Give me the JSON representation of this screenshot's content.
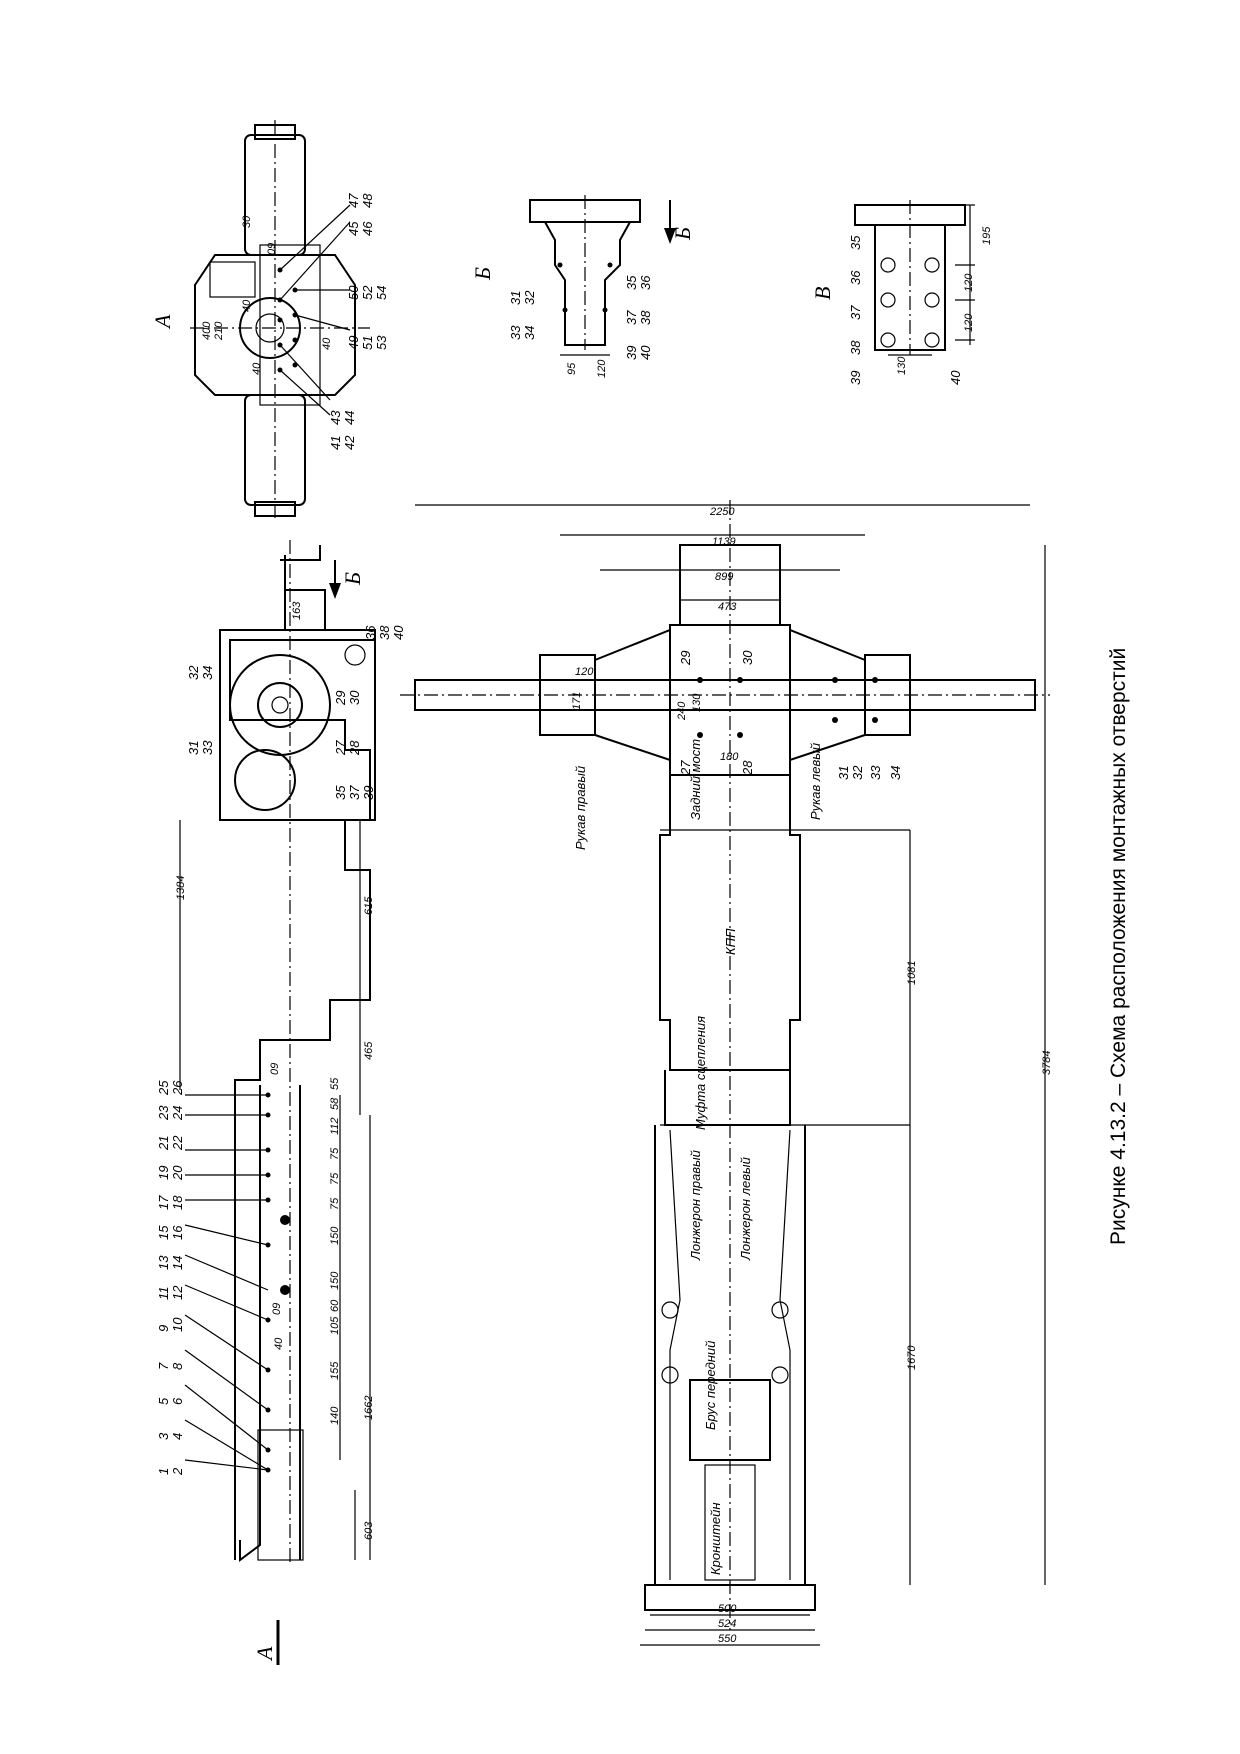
{
  "caption": "Рисунке 4.13.2 – Схема расположения монтажных отверстий",
  "views": {
    "a": "А",
    "b": "Б",
    "v": "В"
  },
  "component_labels": {
    "rukav_pravyi": "Рукав правый",
    "rukav_levyi": "Рукав левый",
    "zadnii_most": "Задний мост",
    "kpp": "КПП",
    "mufta": "Муфта сцепления",
    "lonzh_pravyi": "Лонжерон правый",
    "lonzh_levyi": "Лонжерон левый",
    "brus": "Брус передний",
    "kronshtein": "Кронштейн"
  },
  "side_dims": {
    "d1384": "1384",
    "d615": "615",
    "d465": "465",
    "d1662": "1662",
    "d603": "603",
    "d40": "40",
    "d112": "112",
    "d58": "58",
    "d55": "55",
    "d75a": "75",
    "d75b": "75",
    "d75c": "75",
    "d150a": "150",
    "d150b": "150",
    "d60": "60",
    "d105": "105",
    "d155": "155",
    "d140": "140",
    "d09a": "09",
    "d09b": "09",
    "d163": "163"
  },
  "plan_dims": {
    "d2250": "2250",
    "d1139": "1139",
    "d899": "899",
    "d473": "473",
    "d120": "120",
    "d171": "171",
    "d240": "240",
    "d130": "130",
    "d180": "180",
    "d1081": "1081",
    "d1670": "1670",
    "d3784": "3784",
    "d500": "500",
    "d524": "524",
    "d550": "550"
  },
  "view_a_dims": {
    "d400": "400",
    "d210": "210",
    "d40a": "40",
    "d40b": "40",
    "d40c": "40",
    "d09": "09",
    "d30": "30"
  },
  "view_b_dims": {
    "d95": "95",
    "d120": "120"
  },
  "view_v_dims": {
    "d195": "195",
    "d120a": "120",
    "d120b": "120",
    "d130": "130"
  },
  "hole_numbers": {
    "side_top": [
      "1",
      "2",
      "3",
      "4",
      "5",
      "6",
      "7",
      "8",
      "9",
      "10",
      "11",
      "12",
      "13",
      "14",
      "15",
      "16",
      "17",
      "18",
      "19",
      "20",
      "21",
      "22",
      "23",
      "24",
      "25",
      "26"
    ],
    "side_axle": [
      "31",
      "33",
      "32",
      "34",
      "35",
      "37",
      "39",
      "27",
      "28",
      "29",
      "30",
      "36",
      "38",
      "40"
    ],
    "plan": [
      "29",
      "30",
      "27",
      "28",
      "31",
      "32",
      "33",
      "34"
    ],
    "view_a": [
      "41",
      "42",
      "43",
      "44",
      "45",
      "46",
      "47",
      "48",
      "49",
      "51",
      "53",
      "50",
      "52",
      "54"
    ],
    "view_b": [
      "31",
      "32",
      "33",
      "34",
      "35",
      "36",
      "37",
      "38",
      "39",
      "40"
    ],
    "view_v": [
      "35",
      "36",
      "37",
      "38",
      "39",
      "40"
    ]
  }
}
